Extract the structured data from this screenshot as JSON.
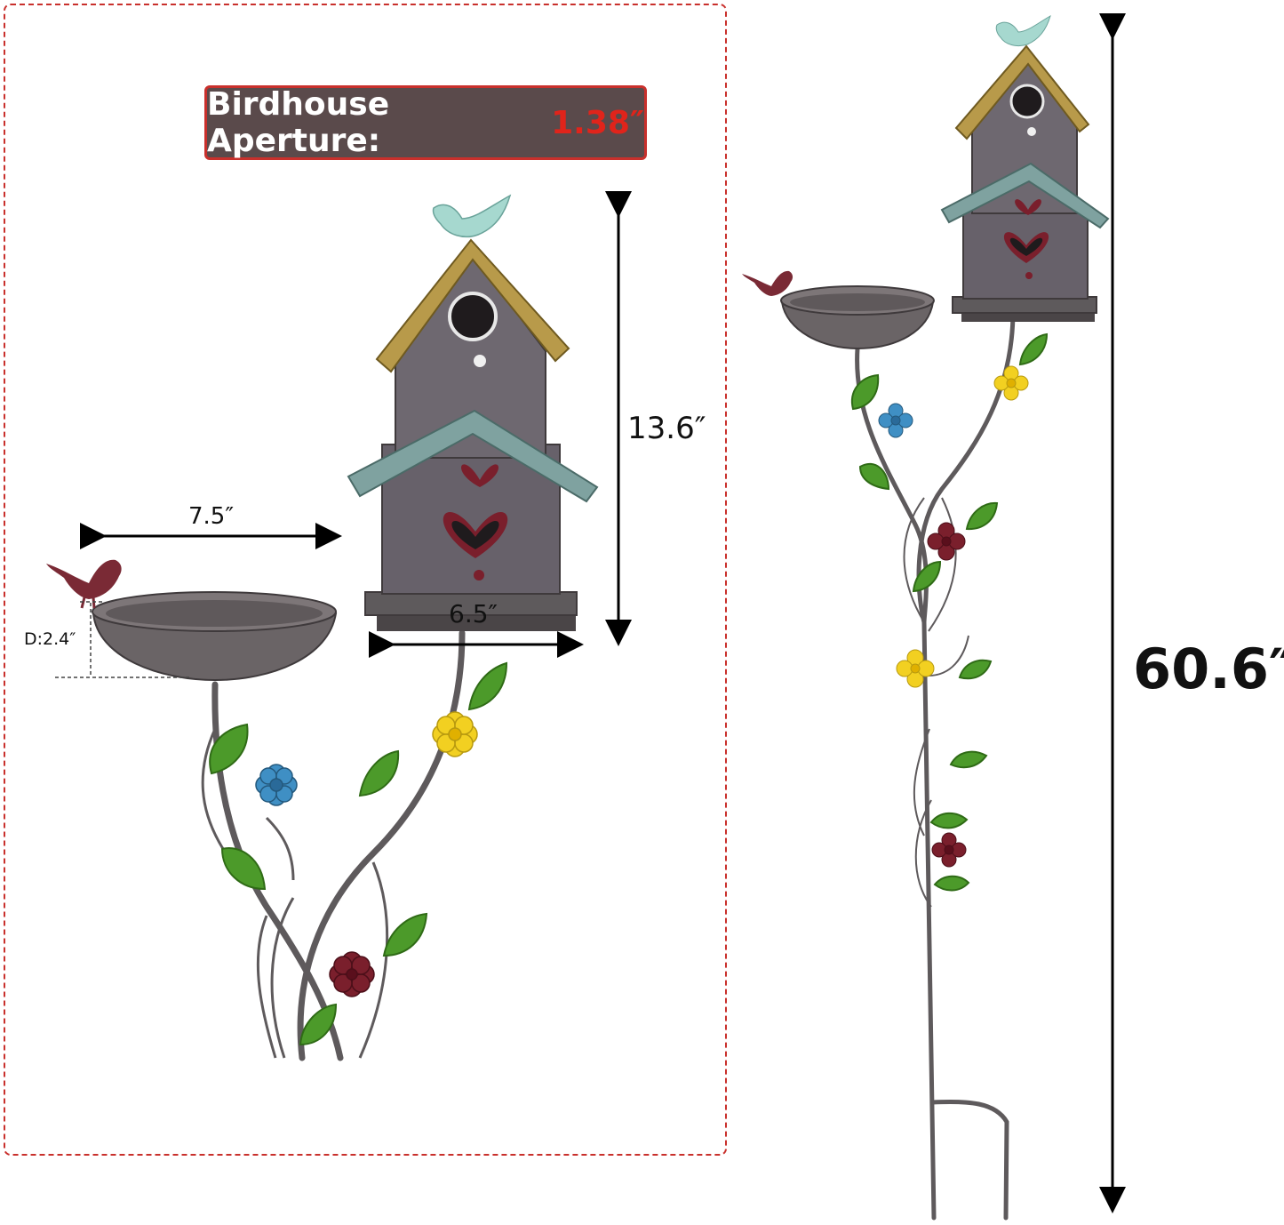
{
  "banner": {
    "label": "Birdhouse Aperture:",
    "value": "1.38″"
  },
  "dimensions": {
    "bath_width": "7.5″",
    "house_height": "13.6″",
    "house_base": "6.5″",
    "bath_depth": "D:2.4″",
    "total_height": "60.6″"
  },
  "colors": {
    "frame_border": "#c9302c",
    "banner_bg": "#5a4a4b",
    "banner_accent": "#e0241b",
    "metal": "#5e5a5c",
    "roof_top": "#b89a4a",
    "roof_lower": "#7fa2a0",
    "bird_top": "#a6d8cf",
    "bird_bath": "#7a2a35",
    "leaf": "#4c9a2a",
    "flower_blue": "#3f8fc4",
    "flower_yellow": "#f2d021",
    "flower_red": "#7a1f2c"
  }
}
